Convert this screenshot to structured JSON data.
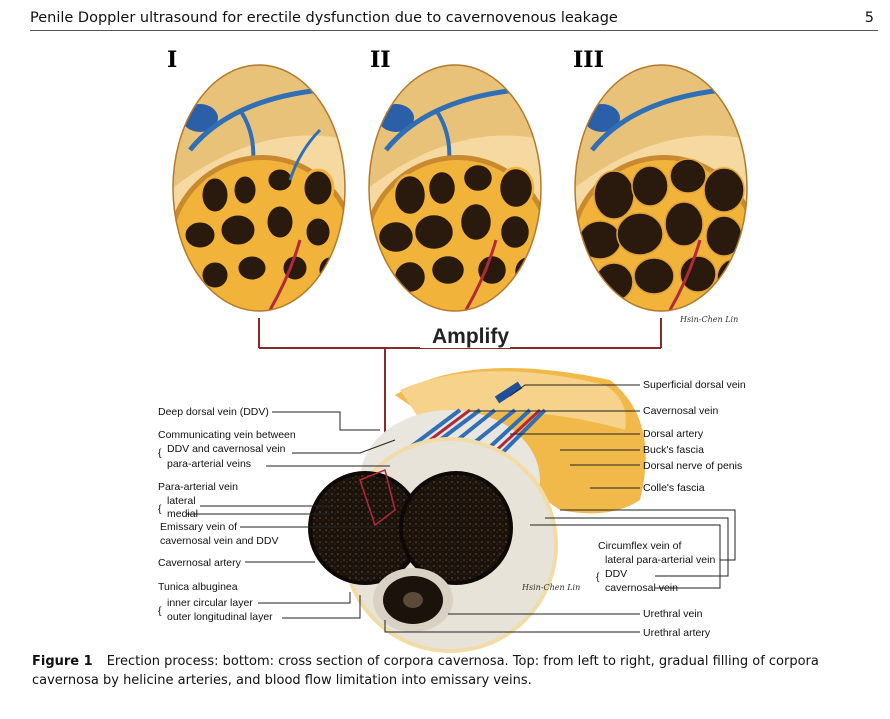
{
  "header": {
    "running_title": "Penile Doppler ultrasound for erectile dysfunction due to cavernovenous leakage",
    "page_number": "5"
  },
  "figure": {
    "stage_labels": [
      "I",
      "II",
      "III"
    ],
    "amplify_label": "Amplify",
    "signature": "Hsin-Chen Lin",
    "left_labels": {
      "ddv": "Deep dorsal vein (DDV)",
      "communicating_1": "Communicating vein between",
      "communicating_2": "DDV and cavernosal vein",
      "para_arterial_veins": "para-arterial veins",
      "para_arterial_vein": "Para-arterial vein",
      "lateral": "lateral",
      "medial": "medial",
      "emissary_1": "Emissary vein of",
      "emissary_2": "cavernosal vein and DDV",
      "cavernosal_artery": "Cavernosal artery",
      "tunica": "Tunica albuginea",
      "inner_circular": "inner circular layer",
      "outer_longitudinal": "outer longitudinal layer"
    },
    "right_labels": {
      "superficial_dorsal_vein": "Superficial dorsal vein",
      "cavernosal_vein": "Cavernosal vein",
      "dorsal_artery": "Dorsal artery",
      "bucks_fascia": "Buck's fascia",
      "dorsal_nerve": "Dorsal nerve of penis",
      "colles_fascia": "Colle's fascia",
      "circumflex_1": "Circumflex vein of",
      "circumflex_2": "lateral para-arterial vein",
      "circumflex_ddv": "DDV",
      "circumflex_cav": "cavernosal vein",
      "urethral_vein": "Urethral vein",
      "urethral_artery": "Urethral artery"
    },
    "colors": {
      "tissue_yellow": "#f2b33a",
      "sinus_dark": "#2a1a0e",
      "vein_blue": "#2f6fb6",
      "artery_red": "#b22a3a",
      "bracket_red": "#8b2a2a",
      "skin": "#f6d28a"
    }
  },
  "caption": {
    "label": "Figure 1",
    "text": "Erection process: bottom: cross section of corpora cavernosa. Top: from left to right, gradual filling of corpora cavernosa by helicine arteries, and blood flow limitation into emissary veins."
  }
}
